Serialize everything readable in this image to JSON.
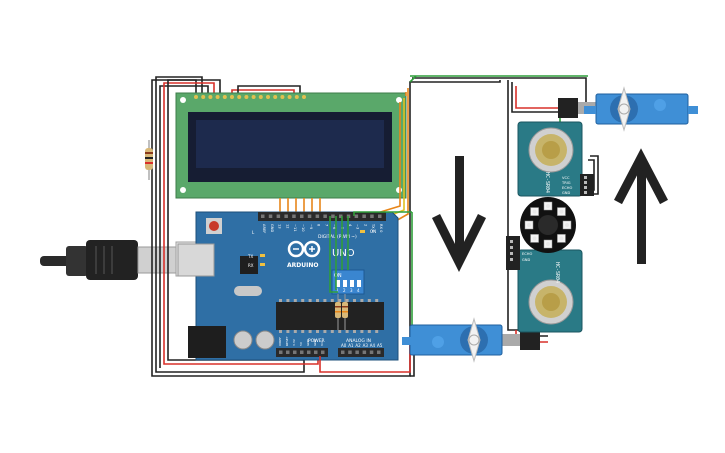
{
  "arduino": {
    "brand": "ARDUINO",
    "model": "UNO",
    "header_digital": "DIGITAL (PWM ~)",
    "header_power": "POWER",
    "header_analog": "ANALOG IN",
    "label_tx": "TX",
    "label_rx": "RX",
    "label_on": "ON",
    "label_l": "L",
    "digital_pins": [
      "AREF",
      "GND",
      "13",
      "12",
      "~11",
      "~10",
      "~9",
      "8",
      "7",
      "~6",
      "~5",
      "4",
      "~3",
      "2",
      "TX 1",
      "RX 0"
    ],
    "power_pins": [
      "IOREF",
      "RESET",
      "3.3V",
      "5V",
      "GND",
      "GND",
      "Vin"
    ],
    "analog_pins": [
      "A0",
      "A1",
      "A2",
      "A3",
      "A4",
      "A5"
    ]
  },
  "dip_switch": {
    "on_label": "ON",
    "numbers": [
      "1",
      "2",
      "3",
      "4"
    ]
  },
  "sensor_top": {
    "model": "HC-SR04",
    "pins": [
      "VCC",
      "TRIG",
      "ECHO",
      "GND"
    ]
  },
  "sensor_bottom": {
    "model": "HC-SR04",
    "pins": [
      "VCC",
      "TRIG",
      "ECHO",
      "GND"
    ]
  },
  "neopixel_ring": {
    "count": 8
  },
  "colors": {
    "board": "#2f6fa5",
    "lcd_pcb": "#5aa86a",
    "lcd_screen": "#1d2a4d",
    "servo": "#3f8fd6",
    "wire_red": "#d9302a",
    "wire_black": "#222222",
    "wire_green": "#2f9e3a",
    "wire_orange": "#e8861a",
    "wire_yellow": "#e0c020",
    "sensor_pcb": "#2a7a86"
  }
}
